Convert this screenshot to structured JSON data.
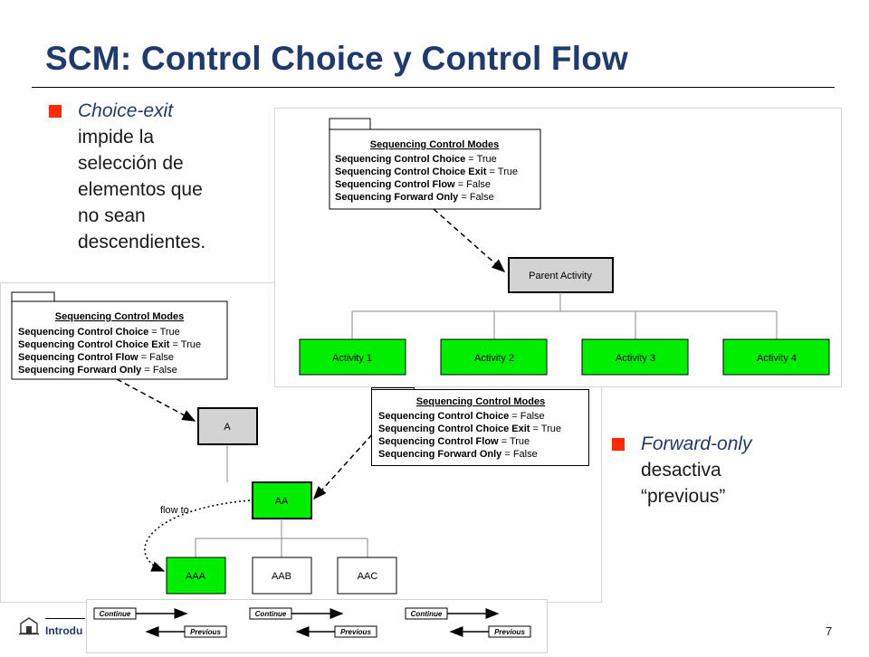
{
  "slide": {
    "title": "SCM: Control Choice y Control Flow",
    "page_number": "7",
    "footer_text": "Introdu"
  },
  "bullets": {
    "b1": {
      "em": "Choice-exit",
      "rest": [
        "impide la",
        "selección de",
        "elementos que",
        "no sean",
        "descendientes."
      ]
    },
    "b2": {
      "em": "Forward-only",
      "rest": [
        "desactiva",
        "“previous”"
      ]
    }
  },
  "diagram_top": {
    "box_title": "Sequencing Control Modes",
    "modes": [
      {
        "label": "Sequencing Control Choice",
        "value": " = True"
      },
      {
        "label": "Sequencing Control Choice Exit",
        "value": " = True"
      },
      {
        "label": "Sequencing Control Flow",
        "value": " = False"
      },
      {
        "label": "Sequencing Forward Only",
        "value": " = False"
      }
    ],
    "parent": "Parent Activity",
    "children": [
      "Activity 1",
      "Activity 2",
      "Activity 3",
      "Activity 4"
    ]
  },
  "diagram_left": {
    "box_title": "Sequencing Control Modes",
    "modes": [
      {
        "label": "Sequencing Control Choice",
        "value": " = True"
      },
      {
        "label": "Sequencing Control Choice Exit",
        "value": " = True"
      },
      {
        "label": "Sequencing Control Flow",
        "value": " = False"
      },
      {
        "label": "Sequencing Forward Only",
        "value": " = False"
      }
    ],
    "node_a": "A",
    "node_aa": "AA",
    "children": [
      "AAA",
      "AAB",
      "AAC"
    ],
    "flow_label": "flow to"
  },
  "diagram_right_box": {
    "box_title": "Sequencing Control Modes",
    "modes": [
      {
        "label": "Sequencing Control Choice",
        "value": " = False"
      },
      {
        "label": "Sequencing Control Choice Exit",
        "value": " = True"
      },
      {
        "label": "Sequencing Control Flow",
        "value": " = True"
      },
      {
        "label": "Sequencing Forward Only",
        "value": " = False"
      }
    ]
  },
  "nav": {
    "continue": "Continue",
    "previous": "Previous"
  },
  "colors": {
    "title": "#1f3a6e",
    "bullet": "#ff2a00",
    "activity": "#00ee00",
    "parent": "#d3d3d3"
  }
}
